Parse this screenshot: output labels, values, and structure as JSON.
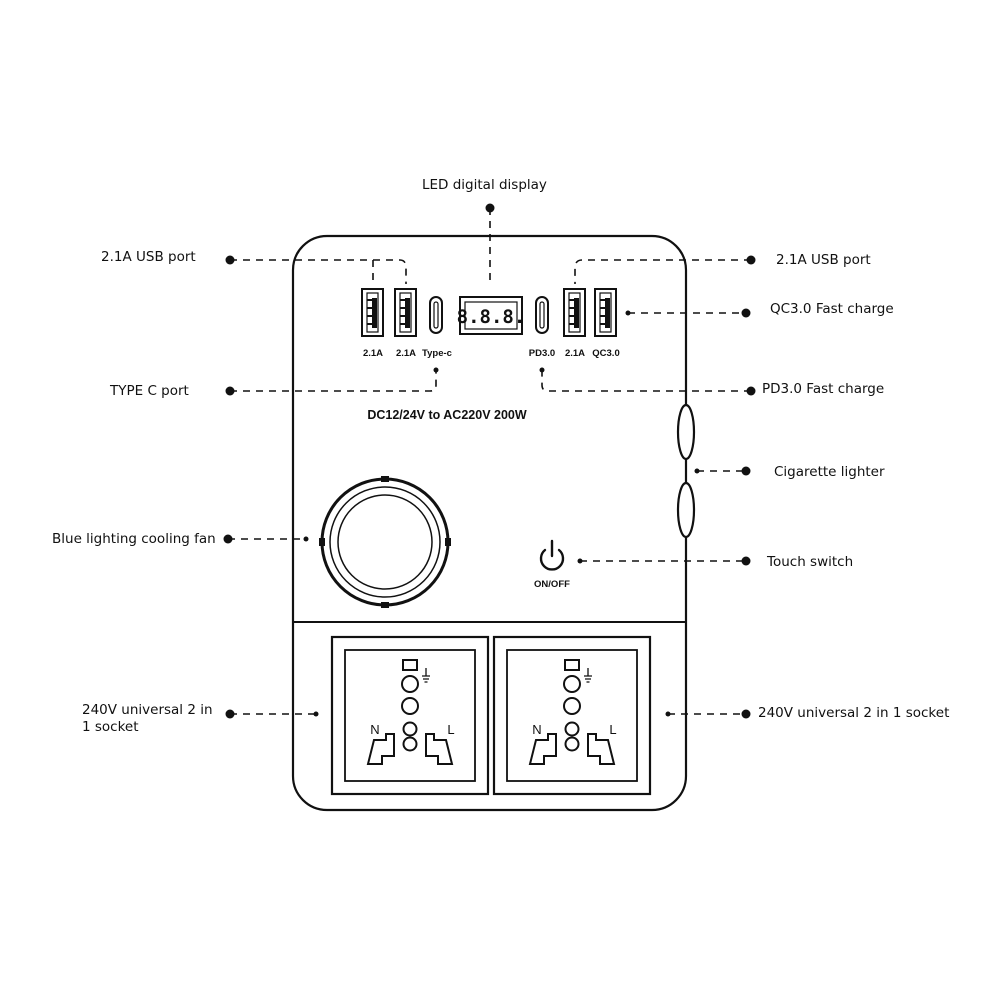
{
  "callouts": {
    "led_display": "LED digital display",
    "usb_port_left": "2.1A USB port",
    "usb_port_right": "2.1A USB port",
    "qc_fast_charge": "QC3.0 Fast charge",
    "type_c_port": "TYPE C port",
    "pd_fast_charge": "PD3.0 Fast charge",
    "cigarette_lighter": "Cigarette lighter",
    "cooling_fan": "Blue lighting cooling fan",
    "touch_switch": "Touch switch",
    "socket_left": "240V universal 2 in 1 socket",
    "socket_right": "240V universal 2 in 1 socket"
  },
  "device": {
    "model_text": "DC12/24V to AC220V 200W",
    "led_readout": "8.8.8.",
    "switch_label": "ON/OFF",
    "port_labels": {
      "usb1": "2.1A",
      "usb2": "2.1A",
      "typec": "Type-c",
      "pd": "PD3.0",
      "usb3": "2.1A",
      "qc": "QC3.0"
    },
    "socket_left": {
      "neutral": "N",
      "live": "L"
    },
    "socket_right": {
      "neutral": "N",
      "live": "L"
    }
  },
  "colors": {
    "line": "#111111",
    "background": "#ffffff"
  }
}
